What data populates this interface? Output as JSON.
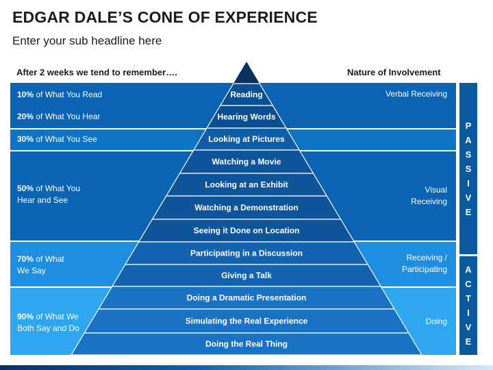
{
  "title": "EDGAR DALE’S CONE OF EXPERIENCE",
  "subtitle": "Enter your sub headline here",
  "left_heading": "After 2 weeks we tend to remember….",
  "right_heading": "Nature of Involvement",
  "remember": [
    {
      "pct": "10%",
      "text": " of What You Read"
    },
    {
      "pct": "20%",
      "text": " of What You Hear"
    },
    {
      "pct": "30%",
      "text": " of What You See"
    },
    {
      "pct": "50%",
      "text": " of What You",
      "text2": "Hear and See"
    },
    {
      "pct": "70%",
      "text": " of What",
      "text2": "We Say"
    },
    {
      "pct": "90%",
      "text": " of What We",
      "text2": "Both Say and Do"
    }
  ],
  "involvement": [
    {
      "line1": "Verbal Receiving"
    },
    {
      "line1": "Visual",
      "line2": "Receiving"
    },
    {
      "line1": "Receiving /",
      "line2": "Participating"
    },
    {
      "line1": "Doing"
    }
  ],
  "levels": [
    "Reading",
    "Hearing Words",
    "Looking at Pictures",
    "Watching a Movie",
    "Looking at an Exhibit",
    "Watching a Demonstration",
    "Seeing it Done on Location",
    "Participating in a Discussion",
    "Giving a Talk",
    "Doing a Dramatic Presentation",
    "Simulating the Real Experience",
    "Doing the Real Thing"
  ],
  "side_passive": "PASSIVE",
  "side_active": "ACTIVE",
  "colors": {
    "dark_band": "#0b63b3",
    "mid_band": "#1f8ee0",
    "light_band": "#2ea6f0",
    "pyramid_dark": "#0a4f92",
    "pyramid_mid": "#1463b0",
    "pyramid_light": "#1a72c4",
    "side_bar": "#0c5a9e"
  }
}
